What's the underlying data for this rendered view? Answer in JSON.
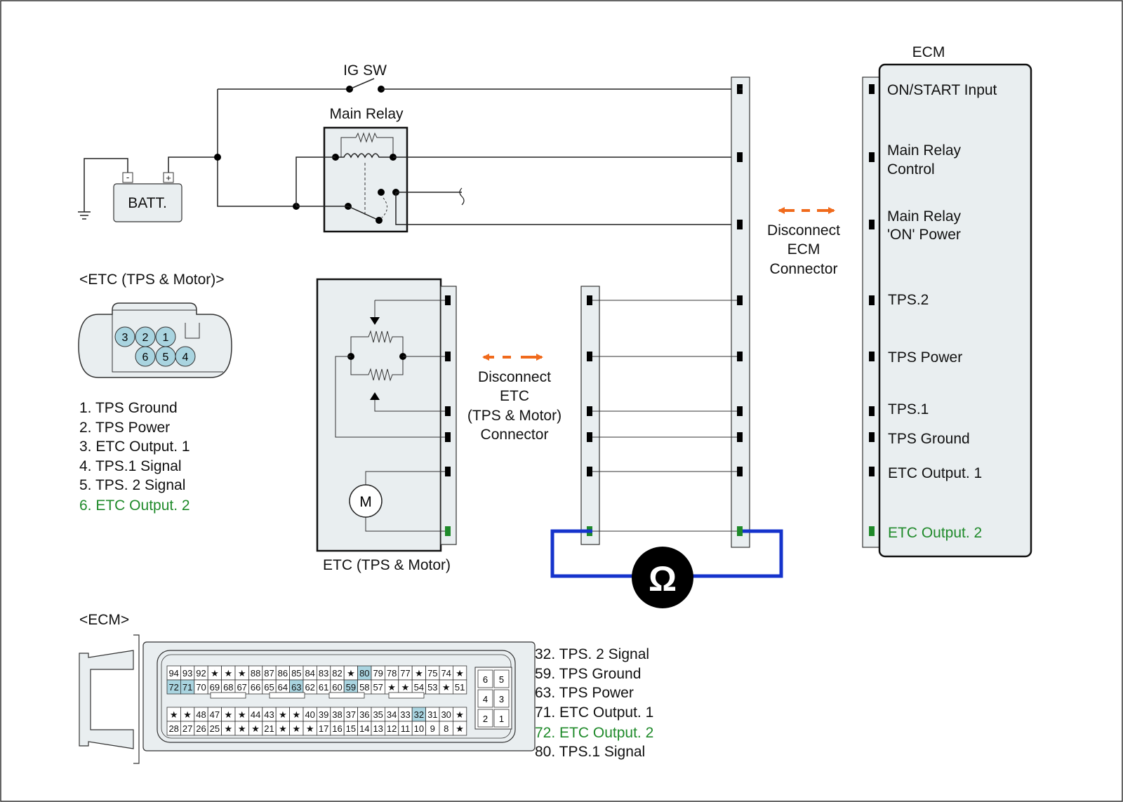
{
  "colors": {
    "accent_green": "#1f8a2a",
    "arrow_orange": "#f06a1c",
    "meter_blue": "#1533cc",
    "pin_highlight": "#a9d4e0"
  },
  "labels": {
    "ig_sw": "IG SW",
    "main_relay": "Main Relay",
    "batt": "BATT.",
    "batt_minus": "-",
    "batt_plus": "+",
    "ecm_title": "ECM",
    "etc_box": "ETC (TPS & Motor)",
    "motor": "M",
    "ohm": "Ω",
    "disconnect_ecm": [
      "Disconnect",
      "ECM",
      "Connector"
    ],
    "disconnect_etc": [
      "Disconnect",
      "ETC",
      "(TPS & Motor)",
      "Connector"
    ]
  },
  "ecm_pins": [
    [
      "ON/START Input"
    ],
    [
      "Main Relay",
      "Control"
    ],
    [
      "Main Relay",
      "'ON' Power"
    ],
    [
      "TPS.2"
    ],
    [
      "TPS Power"
    ],
    [
      "TPS.1"
    ],
    [
      "TPS Ground"
    ],
    [
      "ETC Output. 1"
    ],
    [
      "ETC Output. 2"
    ]
  ],
  "etc_connector": {
    "title": "<ETC (TPS & Motor)>",
    "pin_numbers": [
      "3",
      "2",
      "1",
      "6",
      "5",
      "4"
    ],
    "legend": [
      "1. TPS Ground",
      "2. TPS Power",
      "3. ETC Output. 1",
      "4. TPS.1 Signal",
      "5. TPS. 2 Signal",
      "6. ETC Output. 2"
    ]
  },
  "ecm_connector": {
    "title": "<ECM>",
    "rows": [
      [
        "94",
        "93",
        "92",
        "★",
        "★",
        "★",
        "88",
        "87",
        "86",
        "85",
        "84",
        "83",
        "82",
        "★",
        "80",
        "79",
        "78",
        "77",
        "★",
        "75",
        "74",
        "★"
      ],
      [
        "72",
        "71",
        "70",
        "69",
        "68",
        "67",
        "66",
        "65",
        "64",
        "63",
        "62",
        "61",
        "60",
        "59",
        "58",
        "57",
        "★",
        "★",
        "54",
        "53",
        "★",
        "51"
      ],
      [
        "★",
        "★",
        "48",
        "47",
        "★",
        "★",
        "44",
        "43",
        "★",
        "★",
        "40",
        "39",
        "38",
        "37",
        "36",
        "35",
        "34",
        "33",
        "32",
        "31",
        "30",
        "★"
      ],
      [
        "28",
        "27",
        "26",
        "25",
        "★",
        "★",
        "★",
        "21",
        "★",
        "★",
        "★",
        "17",
        "16",
        "15",
        "14",
        "13",
        "12",
        "11",
        "10",
        "9",
        "8",
        "★"
      ]
    ],
    "highlighted": [
      "80",
      "72",
      "71",
      "63",
      "59",
      "32"
    ],
    "small_block": [
      "6",
      "5",
      "4",
      "3",
      "2",
      "1"
    ],
    "legend": [
      "32. TPS. 2 Signal",
      "59. TPS Ground",
      "63. TPS Power",
      "71. ETC Output. 1",
      "72. ETC Output. 2",
      "80. TPS.1 Signal"
    ]
  }
}
